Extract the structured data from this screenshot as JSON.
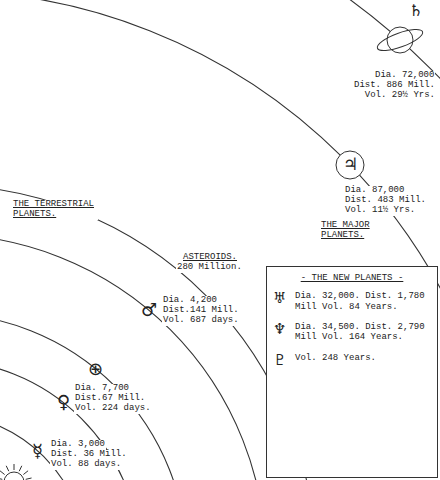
{
  "diagram": {
    "nodes": [
      {
        "text": [
          "- THE NEW PLANETS -",
          "♅",
          "Dia. 32,000. Dist. 1,780 Mill Vol. 84 Years.",
          "♆",
          "Dia. 34,500. Dist. 2,790 Mill Vol. 164 Years.",
          "♇",
          "Vol. 248 Years."
        ]
      }
    ],
    "labels": [
      "♄",
      "Dia. 72,000",
      "Dist. 886 Mill.",
      "Vol. 29½ Yrs.",
      "♃",
      "Dia. 87,000",
      "Dist. 483 Mill.",
      "Vol. 11½ Yrs.",
      "THE MAJOR PLANETS.",
      "ASTEROIDS.",
      "280 Million.",
      "THE TERRESTRIAL PLANETS.",
      "♂",
      "Dia. 4,200",
      "Dist.141 Mill.",
      "Vol. 687 days.",
      "⊕",
      "♀",
      "Dia. 7,700",
      "Dist.67 Mill.",
      "Vol. 224 days.",
      "☿",
      "Dia. 3,000",
      "Dist. 36 Mill.",
      "Vol. 88 days."
    ]
  }
}
